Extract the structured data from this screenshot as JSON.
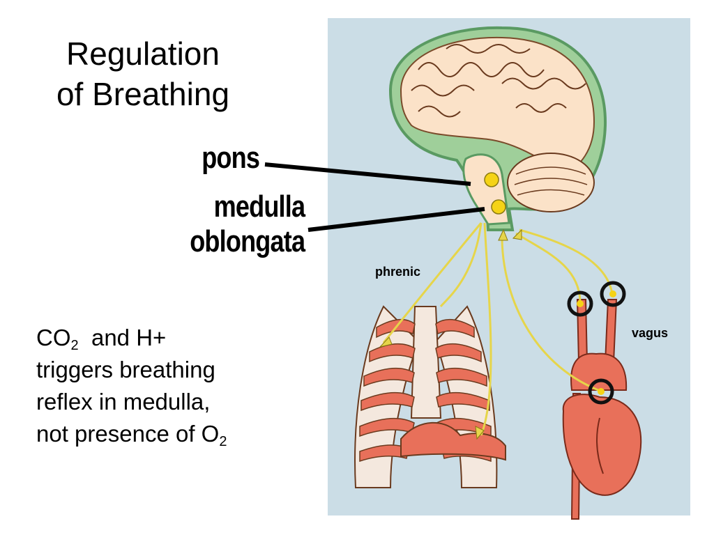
{
  "title": {
    "line1": "Regulation",
    "line2": "of Breathing"
  },
  "labels": {
    "pons": "pons",
    "medulla_line1": "medulla",
    "medulla_line2": "oblongata",
    "phrenic": "phrenic",
    "vagus": "vagus"
  },
  "caption": {
    "line1_a": "CO",
    "line1_sub": "2",
    "line1_b": "  and H+",
    "line2": "triggers breathing",
    "line3": "reflex in medulla,",
    "line4_a": "not presence of O",
    "line4_sub": "2"
  },
  "colors": {
    "panel_bg": "#cbdde6",
    "brain_outline": "#7fb98a",
    "brain_fill": "#fbe2c8",
    "tissue_red": "#e8705a",
    "nerve_yellow": "#e6d54a",
    "node_yellow": "#f5d316"
  }
}
